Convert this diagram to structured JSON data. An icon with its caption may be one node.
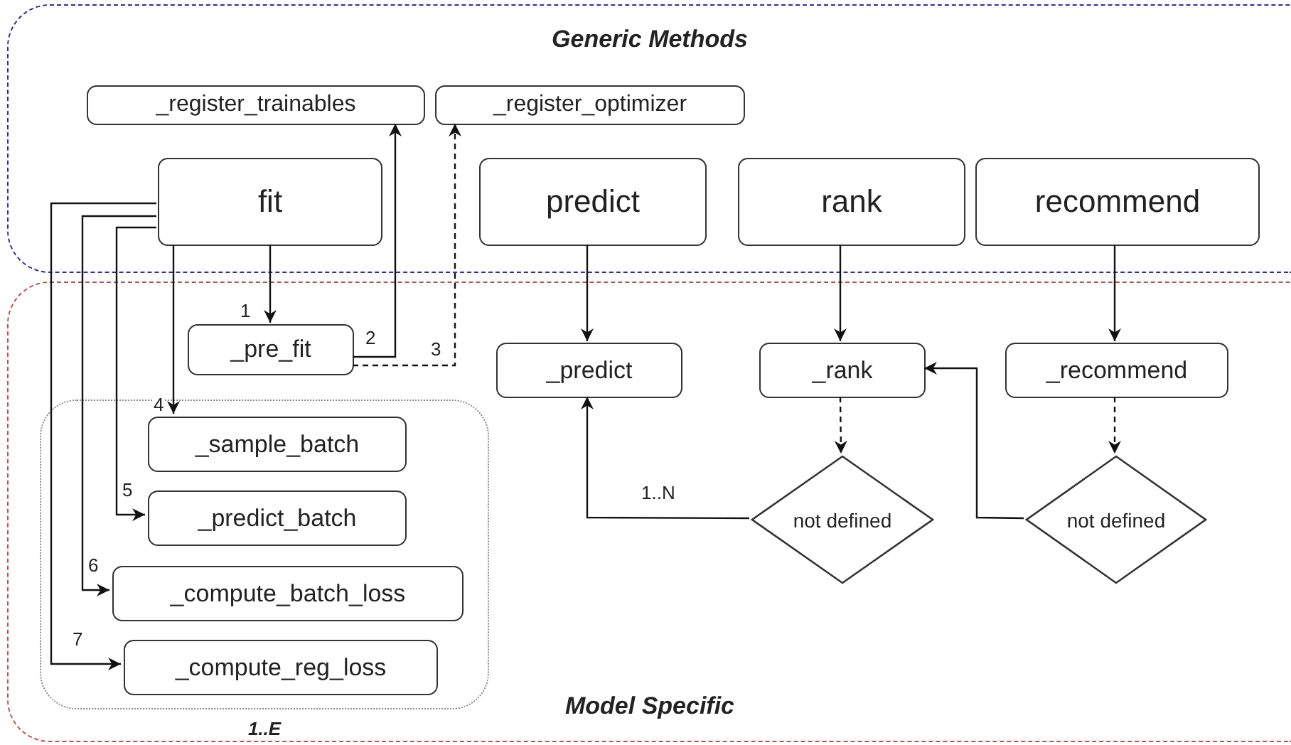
{
  "diagram": {
    "nodes": [
      {
        "text": [
          "Generic Methods"
        ]
      },
      {
        "text": [
          "Model Specific"
        ]
      },
      {
        "text": [
          "_register_trainables"
        ],
        "in": 0
      },
      {
        "text": [
          "_register_optimizer"
        ],
        "in": 0
      },
      {
        "text": [
          "fit"
        ],
        "in": 0
      },
      {
        "text": [
          "predict"
        ],
        "in": 0
      },
      {
        "text": [
          "rank"
        ],
        "in": 0
      },
      {
        "text": [
          "recommend"
        ],
        "in": 0
      },
      {
        "text": [
          "_pre_fit"
        ],
        "in": 1
      },
      {
        "text": [
          "1..E"
        ],
        "in": 1
      },
      {
        "text": [
          "_sample_batch"
        ],
        "in": 9
      },
      {
        "text": [
          "_predict_batch"
        ],
        "in": 9
      },
      {
        "text": [
          "_compute_batch_loss"
        ],
        "in": 9
      },
      {
        "text": [
          "_compute_reg_loss"
        ],
        "in": 9
      },
      {
        "text": [
          "_predict"
        ],
        "in": 1
      },
      {
        "text": [
          "_rank"
        ],
        "in": 1
      },
      {
        "text": [
          "_recommend"
        ],
        "in": 1
      },
      {
        "text": [
          "not defined"
        ],
        "in": 1
      },
      {
        "text": [
          "not defined"
        ],
        "in": 1
      }
    ],
    "edges": [
      {
        "from": 4,
        "to": 8,
        "arrow": "to",
        "label": "1"
      },
      {
        "from": 8,
        "to": 2,
        "arrow": "to",
        "label": "2"
      },
      {
        "from": 8,
        "to": 3,
        "arrow": "to",
        "label": "3",
        "style": "dashed"
      },
      {
        "from": 4,
        "to": 10,
        "arrow": "to",
        "label": "4"
      },
      {
        "from": 4,
        "to": 11,
        "arrow": "to",
        "label": "5"
      },
      {
        "from": 4,
        "to": 12,
        "arrow": "to",
        "label": "6"
      },
      {
        "from": 4,
        "to": 13,
        "arrow": "to",
        "label": "7"
      },
      {
        "from": 5,
        "to": 14,
        "arrow": "to"
      },
      {
        "from": 6,
        "to": 15,
        "arrow": "to"
      },
      {
        "from": 7,
        "to": 16,
        "arrow": "to"
      },
      {
        "from": 15,
        "to": 17,
        "arrow": "to",
        "style": "dashed"
      },
      {
        "from": 16,
        "to": 18,
        "arrow": "to",
        "style": "dashed"
      },
      {
        "from": 17,
        "to": 14,
        "arrow": "to",
        "label": "1..N"
      },
      {
        "from": 18,
        "to": 15,
        "arrow": "to"
      }
    ]
  }
}
